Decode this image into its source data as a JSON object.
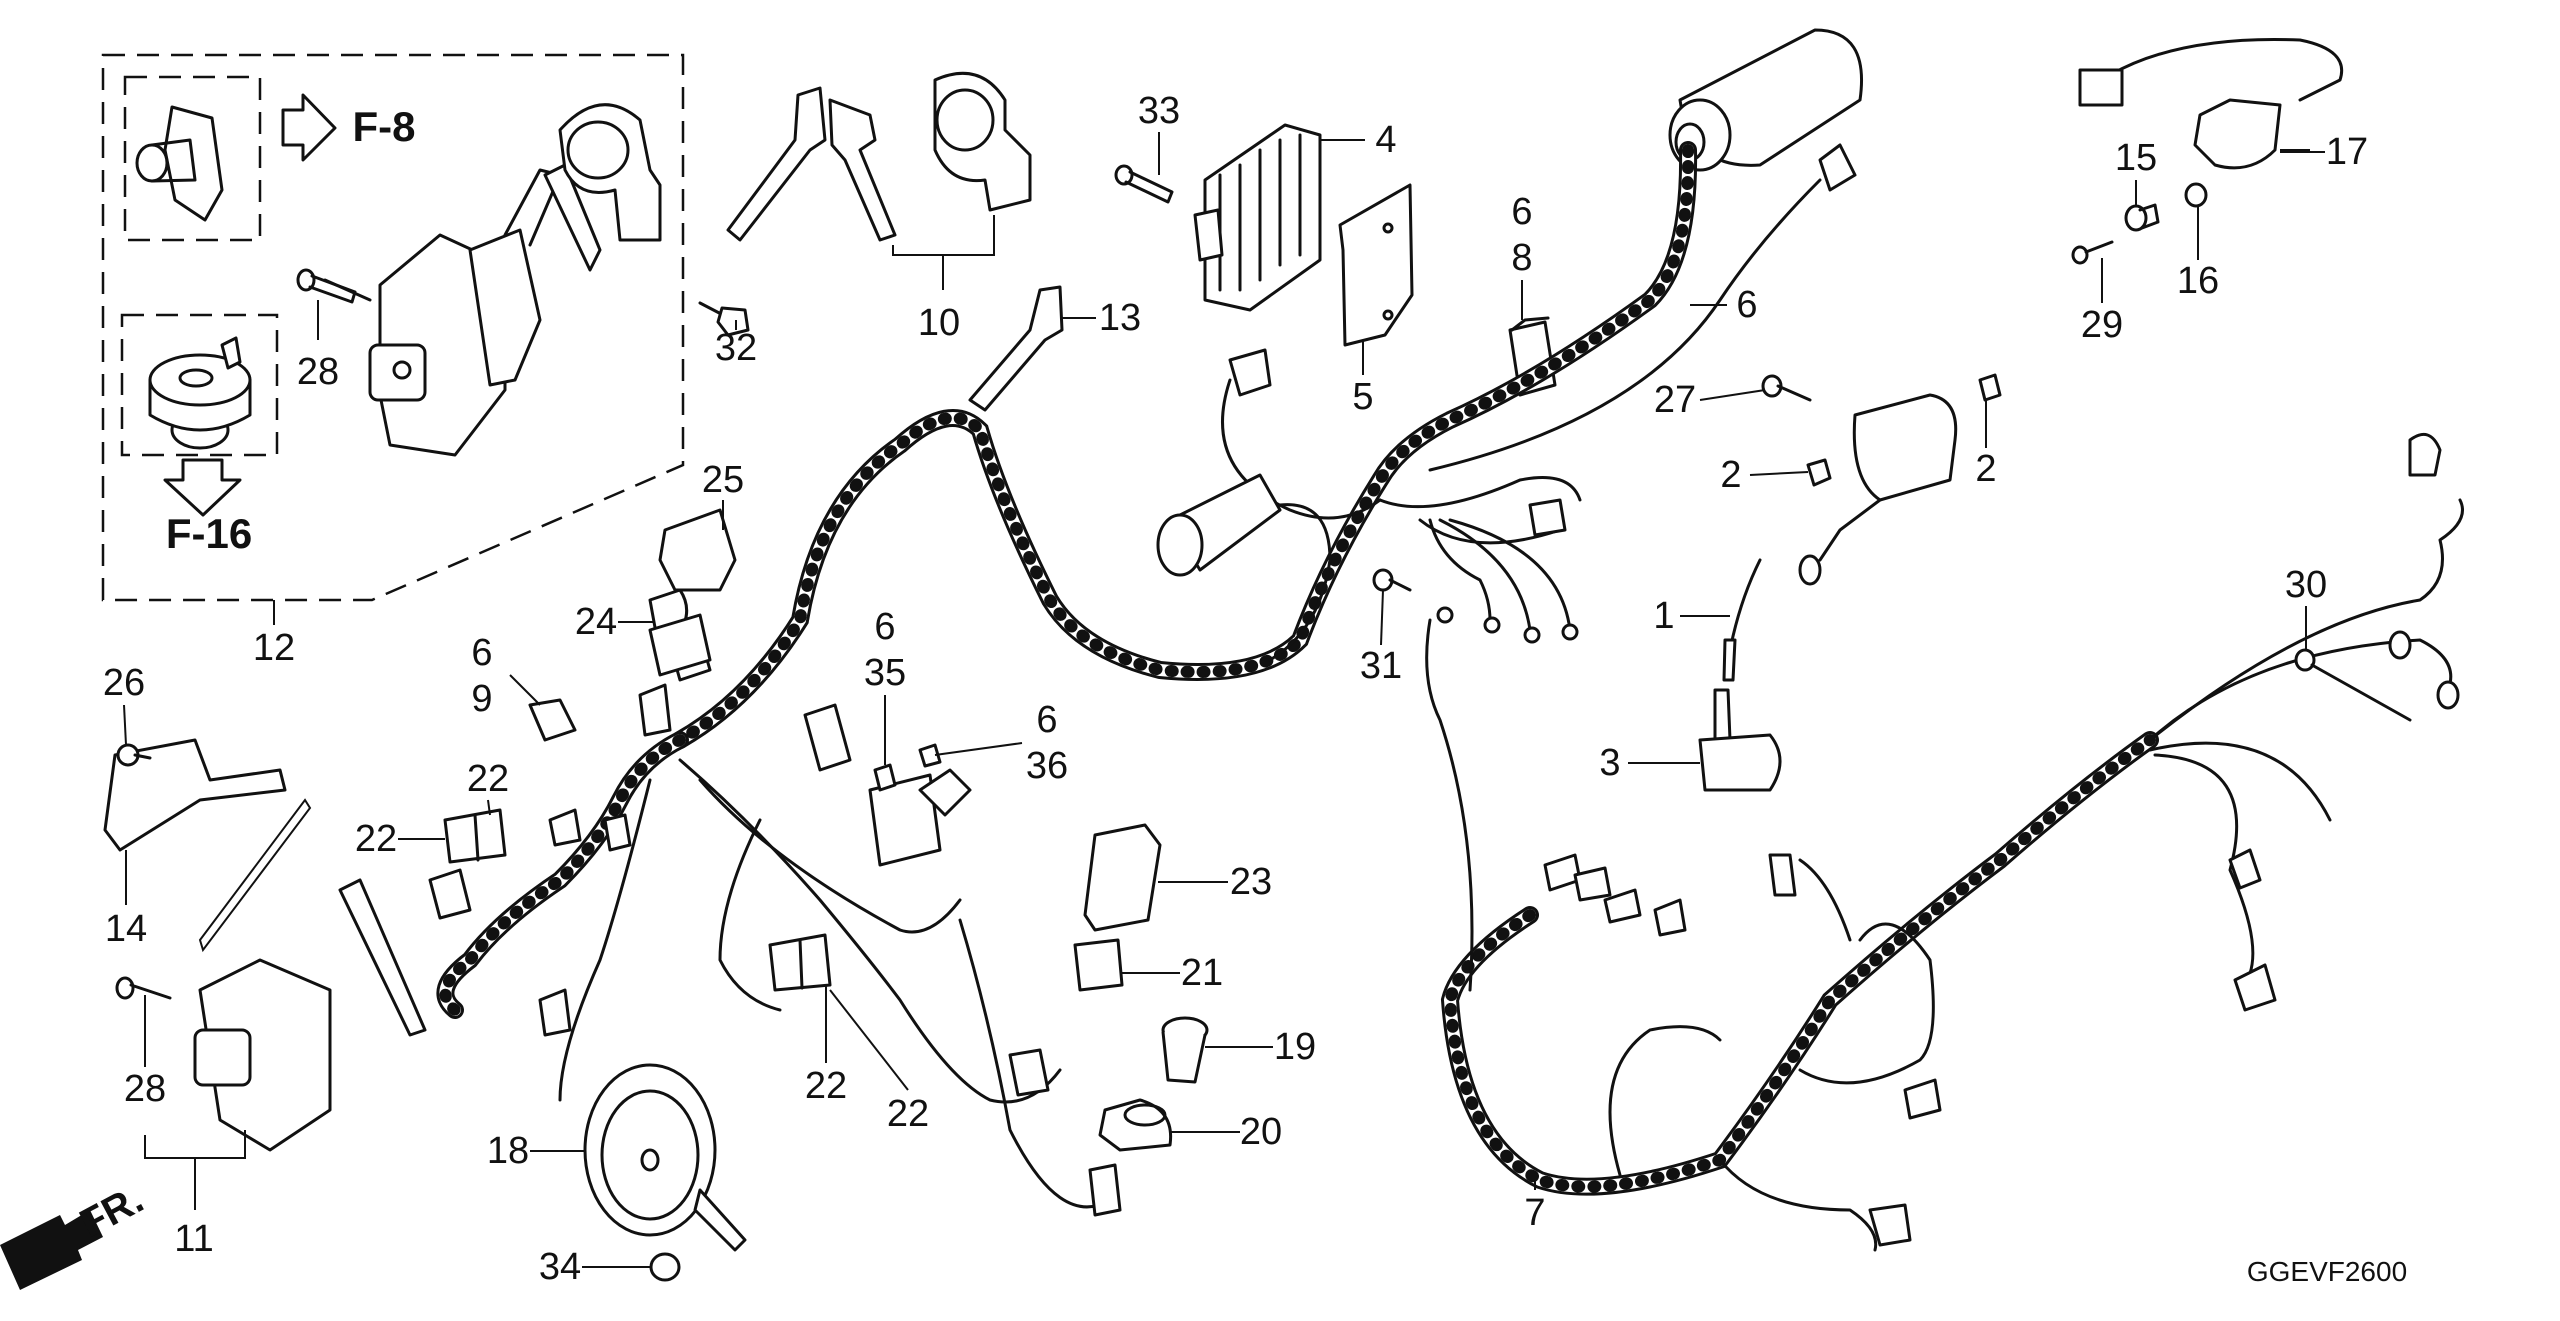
{
  "diagram": {
    "title": "Wire Harness / Ignition Coil parts diagram",
    "code": "GGEVF2600",
    "front_marker": "FR.",
    "references": [
      {
        "id": "ref-f8",
        "text": "F-8"
      },
      {
        "id": "ref-f16",
        "text": "F-16"
      }
    ],
    "callouts": [
      {
        "id": "c12",
        "text": "12"
      },
      {
        "id": "c28a",
        "text": "28"
      },
      {
        "id": "c32",
        "text": "32"
      },
      {
        "id": "c10",
        "text": "10"
      },
      {
        "id": "c13",
        "text": "13"
      },
      {
        "id": "c33",
        "text": "33"
      },
      {
        "id": "c4",
        "text": "4"
      },
      {
        "id": "c5",
        "text": "5"
      },
      {
        "id": "c6a",
        "text": "6"
      },
      {
        "id": "c8",
        "text": "8"
      },
      {
        "id": "c6b",
        "text": "6"
      },
      {
        "id": "c27",
        "text": "27"
      },
      {
        "id": "c2a",
        "text": "2"
      },
      {
        "id": "c2b",
        "text": "2"
      },
      {
        "id": "c15",
        "text": "15"
      },
      {
        "id": "c17",
        "text": "17"
      },
      {
        "id": "c16",
        "text": "16"
      },
      {
        "id": "c29",
        "text": "29"
      },
      {
        "id": "c1",
        "text": "1"
      },
      {
        "id": "c31",
        "text": "31"
      },
      {
        "id": "c30",
        "text": "30"
      },
      {
        "id": "c3",
        "text": "3"
      },
      {
        "id": "c25",
        "text": "25"
      },
      {
        "id": "c24",
        "text": "24"
      },
      {
        "id": "c6c",
        "text": "6"
      },
      {
        "id": "c9",
        "text": "9"
      },
      {
        "id": "c26",
        "text": "26"
      },
      {
        "id": "c6d",
        "text": "6"
      },
      {
        "id": "c35",
        "text": "35"
      },
      {
        "id": "c6e",
        "text": "6"
      },
      {
        "id": "c36",
        "text": "36"
      },
      {
        "id": "c22a",
        "text": "22"
      },
      {
        "id": "c22b",
        "text": "22"
      },
      {
        "id": "c23",
        "text": "23"
      },
      {
        "id": "c14",
        "text": "14"
      },
      {
        "id": "c21",
        "text": "21"
      },
      {
        "id": "c19",
        "text": "19"
      },
      {
        "id": "c28b",
        "text": "28"
      },
      {
        "id": "c22c",
        "text": "22"
      },
      {
        "id": "c22d",
        "text": "22"
      },
      {
        "id": "c20",
        "text": "20"
      },
      {
        "id": "c18",
        "text": "18"
      },
      {
        "id": "c7",
        "text": "7"
      },
      {
        "id": "c11",
        "text": "11"
      },
      {
        "id": "c34",
        "text": "34"
      }
    ]
  }
}
